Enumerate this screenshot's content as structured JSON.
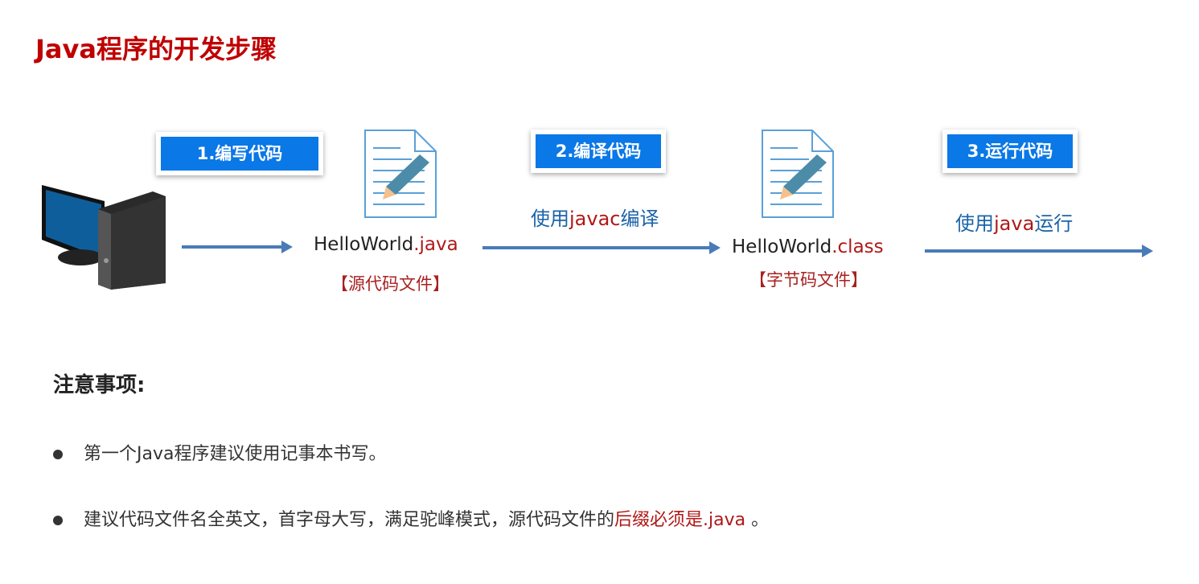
{
  "title": "Java程序的开发步骤",
  "steps": [
    {
      "label": "1.编写代码"
    },
    {
      "label": "2.编译代码",
      "desc_prefix": "使用",
      "desc_cmd": "javac",
      "desc_suffix": "编译"
    },
    {
      "label": "3.运行代码",
      "desc_prefix": "使用",
      "desc_cmd": "java",
      "desc_suffix": "运行"
    }
  ],
  "files": [
    {
      "name": "HelloWorld",
      "ext": ".java",
      "tag": "【源代码文件】"
    },
    {
      "name": "HelloWorld",
      "ext": ".class",
      "tag": "【字节码文件】"
    }
  ],
  "notes": {
    "heading": "注意事项:",
    "items": [
      {
        "text": "第一个Java程序建议使用记事本书写。"
      },
      {
        "text": "建议代码文件名全英文，首字母大写，满足驼峰模式，源代码文件的",
        "highlight": "后缀必须是.java",
        "end": " 。"
      }
    ]
  }
}
